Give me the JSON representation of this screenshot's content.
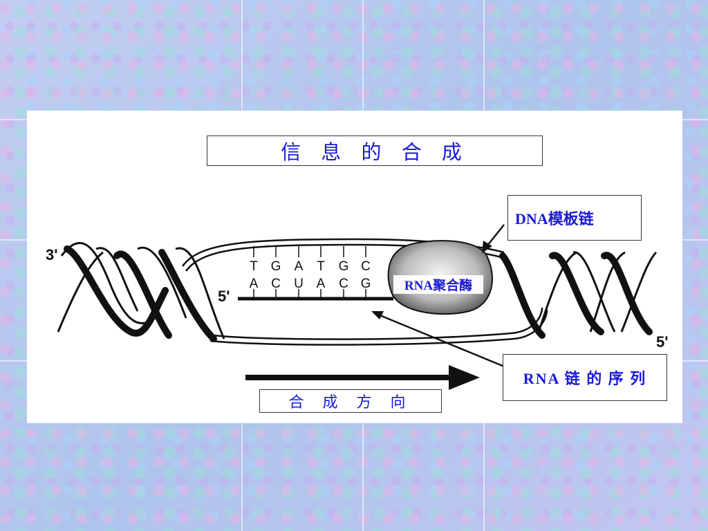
{
  "title": "信 息 的 合 成",
  "labels": {
    "dna_template": "DNA模板链",
    "rna_polymerase": "RNA聚合酶",
    "rna_sequence": "RNA 链 的 序 列",
    "synthesis_direction": "合 成 方 向"
  },
  "strand_ends": {
    "template_3prime": "3'",
    "template_5prime": "5'",
    "rna_5prime": "5'"
  },
  "bases": {
    "template": [
      "T",
      "G",
      "A",
      "T",
      "G",
      "C"
    ],
    "rna": [
      "A",
      "C",
      "U",
      "A",
      "C",
      "G"
    ]
  },
  "colors": {
    "label_text": "#1a1ad8",
    "panel": "#ffffff",
    "background": "#b8c8ee"
  }
}
